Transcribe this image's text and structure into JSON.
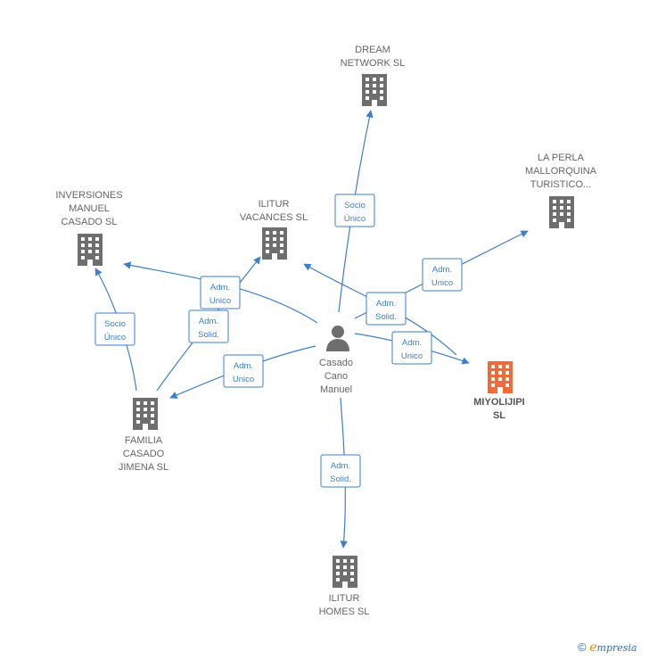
{
  "colors": {
    "edge": "#3b7fcf",
    "company": "#6e6e6e",
    "focus_company": "#f06a3a",
    "person": "#6e6e6e",
    "label": "#666666"
  },
  "nodes": [
    {
      "id": "dream",
      "type": "company",
      "lines": [
        "DREAM",
        "NETWORK  SL"
      ],
      "icon": "building-icon"
    },
    {
      "id": "laperla",
      "type": "company",
      "lines": [
        "LA PERLA",
        "MALLORQUINA",
        "TURISTICO..."
      ],
      "icon": "building-icon"
    },
    {
      "id": "inversiones",
      "type": "company",
      "lines": [
        "INVERSIONES",
        "MANUEL",
        "CASADO SL"
      ],
      "icon": "building-icon"
    },
    {
      "id": "ilitur_vac",
      "type": "company",
      "lines": [
        "ILITUR",
        "VACANCES  SL"
      ],
      "icon": "building-icon"
    },
    {
      "id": "person",
      "type": "person",
      "lines": [
        "Casado",
        "Cano",
        "Manuel"
      ],
      "icon": "person-icon"
    },
    {
      "id": "miyolijipi",
      "type": "focus",
      "lines": [
        "MIYOLIJIPI",
        "SL"
      ],
      "icon": "building-icon"
    },
    {
      "id": "familia",
      "type": "company",
      "lines": [
        "FAMILIA",
        "CASADO",
        "JIMENA SL"
      ],
      "icon": "building-icon"
    },
    {
      "id": "ilitur_homes",
      "type": "company",
      "lines": [
        "ILITUR",
        "HOMES  SL"
      ],
      "icon": "building-icon"
    }
  ],
  "edges": [
    {
      "id": "e-dream",
      "from": "person",
      "to": "dream",
      "lines": [
        "Socio",
        "Único"
      ]
    },
    {
      "id": "e-laperla",
      "from": "person",
      "to": "laperla",
      "lines": [
        "Adm.",
        "Unico"
      ]
    },
    {
      "id": "e-iliturvac",
      "from": "person",
      "to": "ilitur_vac",
      "lines": [
        "Adm.",
        "Solid."
      ]
    },
    {
      "id": "e-miyo",
      "from": "person",
      "to": "miyolijipi",
      "lines": [
        "Adm.",
        "Unico"
      ]
    },
    {
      "id": "e-inversiones",
      "from": "person",
      "to": "inversiones",
      "lines": [
        "Adm.",
        "Unico"
      ]
    },
    {
      "id": "e-familia",
      "from": "person",
      "to": "familia",
      "lines": [
        "Adm.",
        "Unico"
      ]
    },
    {
      "id": "e-homes",
      "from": "person",
      "to": "ilitur_homes",
      "lines": [
        "Adm.",
        "Solid."
      ]
    },
    {
      "id": "e-fam-inv",
      "from": "familia",
      "to": "inversiones",
      "lines": [
        "Socio",
        "Único"
      ]
    },
    {
      "id": "e-fam-vac",
      "from": "familia",
      "to": "ilitur_vac",
      "lines": [
        "Adm.",
        "Solid."
      ]
    }
  ],
  "footer": {
    "copyright": "©",
    "brand_initial": "e",
    "brand_rest": "mpresia"
  }
}
